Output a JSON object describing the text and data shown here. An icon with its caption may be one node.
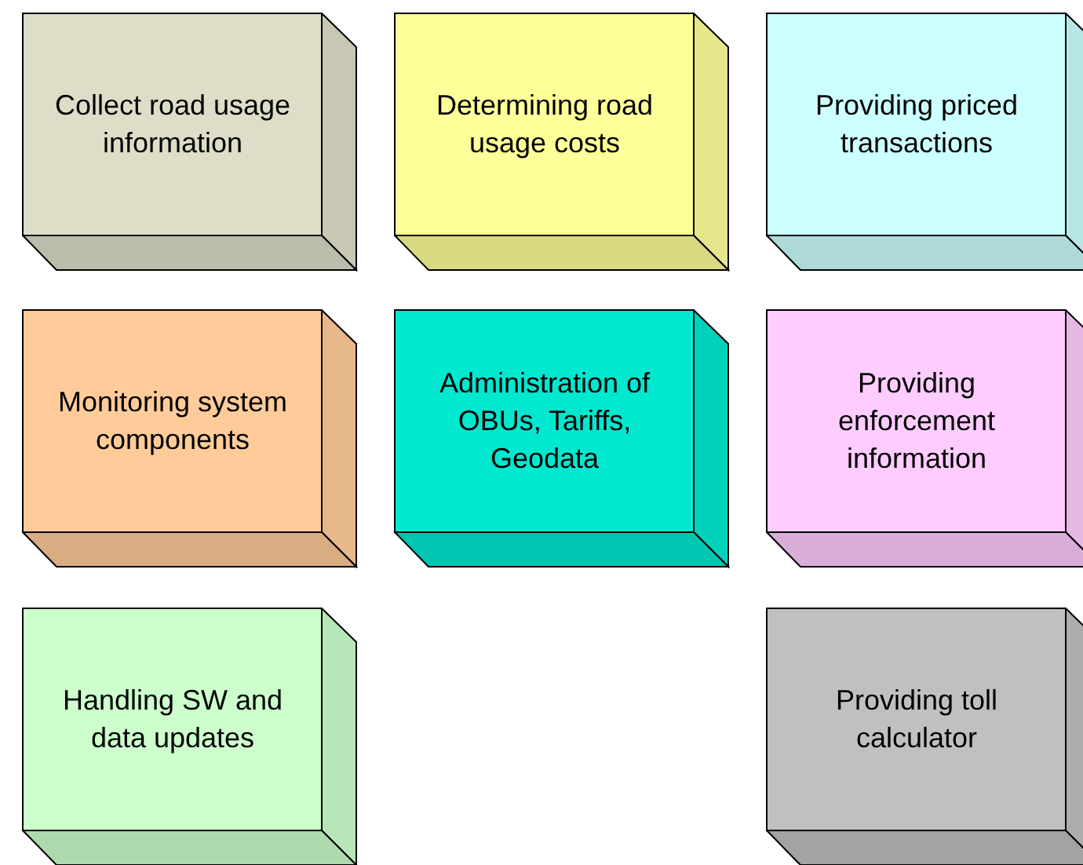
{
  "diagram": {
    "nodes": [
      {
        "text": [
          "Collect road usage information"
        ]
      },
      {
        "text": [
          "Determining road usage costs"
        ]
      },
      {
        "text": [
          "Providing priced transactions"
        ]
      },
      {
        "text": [
          "Monitoring system components"
        ]
      },
      {
        "text": [
          "Administration of OBUs, Tariffs, Geodata"
        ]
      },
      {
        "text": [
          "Providing enforcement information"
        ]
      },
      {
        "text": [
          "Handling SW and data updates"
        ]
      },
      {
        "text": [
          "Providing toll calculator"
        ]
      }
    ]
  }
}
